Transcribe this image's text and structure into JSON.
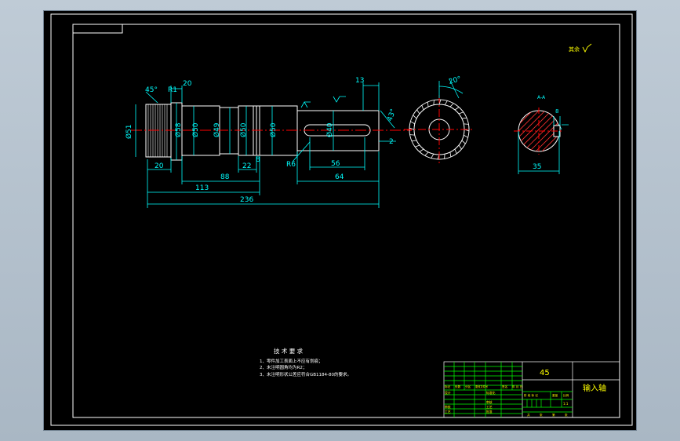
{
  "tech_requirements": {
    "title": "技 术 要 求",
    "items": [
      "1、零件加工表面上不应有划痕；",
      "2、未注明圆角均为R2；",
      "3、未注明形状公差应符合GB1184-80的要求。"
    ]
  },
  "title_block": {
    "material": "45",
    "part_name": "输入轴",
    "revision_row": [
      "标记",
      "处数",
      "分区",
      "更改文件号",
      "签名",
      "年 月 日"
    ],
    "rows": [
      {
        "left": "设计",
        "right": "标准化"
      },
      {
        "left": "",
        "right": "审核"
      },
      {
        "left": "审核",
        "right": "工艺"
      },
      {
        "left": "工艺",
        "right": "批准"
      }
    ],
    "stage_headers": [
      "阶 段 标 记",
      "重量",
      "比例"
    ],
    "sheet": [
      "共",
      "张",
      "第",
      "张"
    ],
    "scale": "1:1"
  },
  "dimensions": {
    "d_51": "Ø51",
    "d_58": "Ø58",
    "d_50a": "Ø50",
    "d_49": "Ø49",
    "d_50b": "Ø50",
    "d_50c": "Ø50",
    "d_40": "Ø40",
    "len_20_top": "20",
    "r1": "R1",
    "len_20_bottom": "20",
    "len_88": "88",
    "len_22": "22",
    "len_8": "8",
    "len_113": "113",
    "len_236": "236",
    "len_64": "64",
    "len_56": "56",
    "len_13": "13",
    "len_2": "2",
    "r6": "R6",
    "angle_45": "45°",
    "angle_43": "43°",
    "angle_20": "20°",
    "section_label": "A-A",
    "section_width": "35",
    "section_key": "8",
    "roughness_other": "其余"
  },
  "colors": {
    "background": "#000000",
    "frame": "#ffffff",
    "dimension": "#00ffff",
    "centerline": "#ff0000",
    "note": "#ffffff",
    "title_grid": "#00ff00",
    "title_text": "#ffff00"
  }
}
